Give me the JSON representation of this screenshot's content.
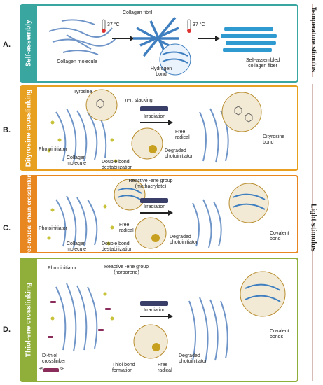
{
  "panels": [
    {
      "letter": "A.",
      "title": "Self-assembly",
      "color": "#3aa6a0"
    },
    {
      "letter": "B.",
      "title": "Dityrosine crosslinking",
      "color": "#e8a020"
    },
    {
      "letter": "C.",
      "title": "Free-radical chain crosslinking",
      "color": "#e88620"
    },
    {
      "letter": "D.",
      "title": "Thiol-ene crosslinking",
      "color": "#8fae3a"
    }
  ],
  "labels": {
    "a_collagen_molecule": "Collagen molecule",
    "a_temp1": "37 °C",
    "a_fibril": "Collagen fibril",
    "a_temp2": "37 °C",
    "a_hbond": "Hydrogen bond",
    "a_fiber": "Self-assembled collagen fiber",
    "b_tyrosine": "Tyrosine",
    "b_pipi": "π-π stacking",
    "b_irradiation": "Irradiation",
    "b_free_radical": "Free radical",
    "b_dityrosine": "Dityrosine bond",
    "b_photoinit": "Photoinitiator",
    "b_collagen": "Collagen molecule",
    "b_double": "Double bond destabilization",
    "b_degraded": "Degraded photoinitiator",
    "c_reactive": "Reactive -ene group (methacrylate)",
    "c_irradiation": "Irradiation",
    "c_free_radical": "Free radical",
    "c_covalent": "Covalent bond",
    "c_photoinit": "Photoinitiator",
    "c_collagen": "Collagen molecule",
    "c_double": "Double bond destabilization",
    "c_degraded": "Degraded photoinitiator",
    "d_photoinit": "Photoinitiator",
    "d_reactive": "Reactive -ene group (norborene)",
    "d_irradiation": "Irradiation",
    "d_dithiol": "Di-thiol crosslinker",
    "d_hs1": "HS",
    "d_hs2": "SH",
    "d_covalent": "Covalent bonds",
    "d_thiol": "Thiol bond formation",
    "d_free_radical": "Free radical",
    "d_degraded": "Degraded photoinitiator"
  },
  "side": {
    "temperature": "Temperature stimulus",
    "light": "Light stimulus"
  }
}
